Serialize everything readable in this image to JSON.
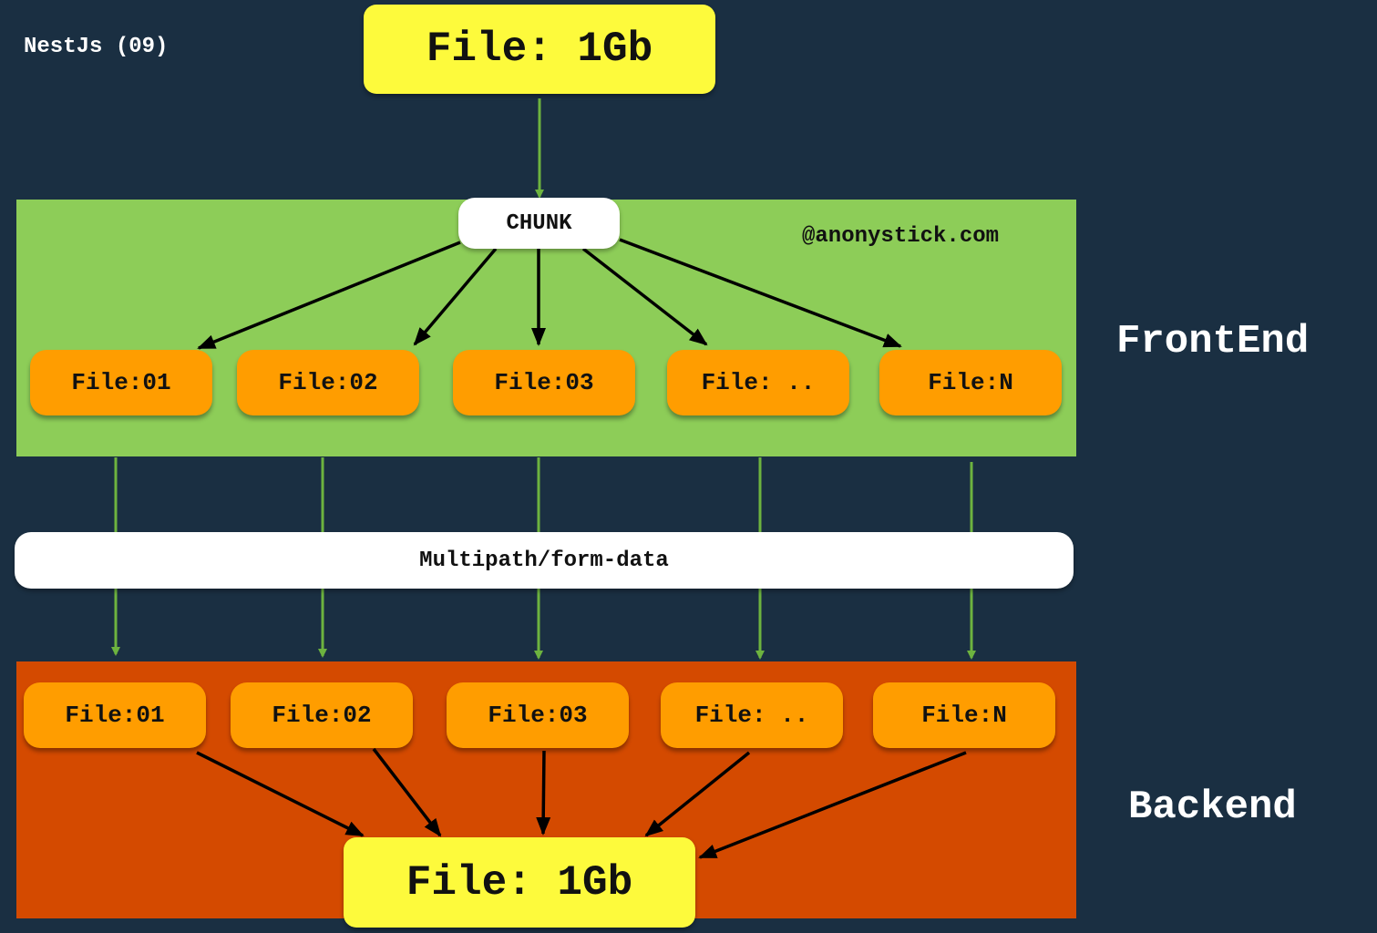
{
  "title": "NestJs (09)",
  "source_file_label": "File: 1Gb",
  "chunk_label": "CHUNK",
  "watermark": "@anonystick.com",
  "frontend_label": "FrontEnd",
  "backend_label": "Backend",
  "transport_label": "Multipath/form-data",
  "frontend_files": [
    "File:01",
    "File:02",
    "File:03",
    "File: ..",
    "File:N"
  ],
  "backend_files": [
    "File:01",
    "File:02",
    "File:03",
    "File: ..",
    "File:N"
  ],
  "result_file_label": "File: 1Gb",
  "colors": {
    "background": "#1a2f42",
    "frontend_panel": "#8dcd58",
    "backend_panel": "#d44a00",
    "file_box": "#ff9d00",
    "highlight_box": "#fdfa3c",
    "green_arrow": "#6db33f",
    "black_arrow": "#000000"
  }
}
